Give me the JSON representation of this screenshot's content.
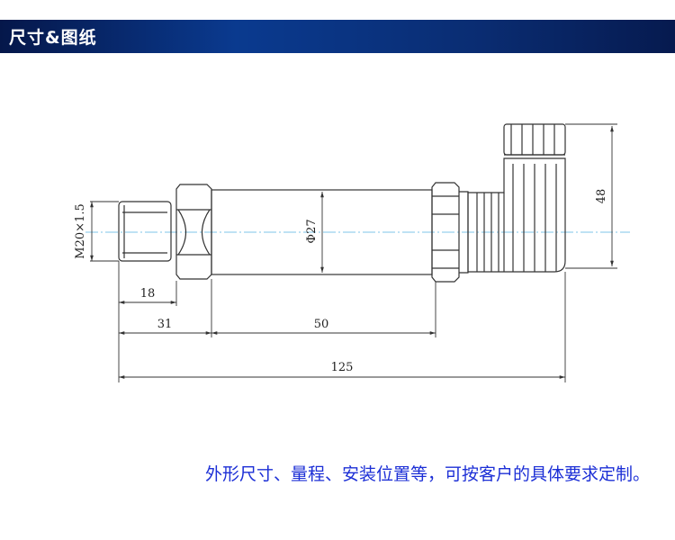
{
  "header": {
    "title": "尺寸&图纸"
  },
  "drawing": {
    "dimensions": {
      "thread": "M20×1.5",
      "diameter": "Φ27",
      "height": "48",
      "thread_length": "18",
      "hex_offset": "31",
      "body_length": "50",
      "total_length": "125"
    }
  },
  "footer": {
    "note": "外形尺寸、量程、安装位置等，可按客户的具体要求定制。"
  },
  "colors": {
    "header_bg": "#0a2d73",
    "header_text": "#ffffff",
    "footer_text": "#1c2fd6",
    "centerline": "#7fc6e8"
  }
}
